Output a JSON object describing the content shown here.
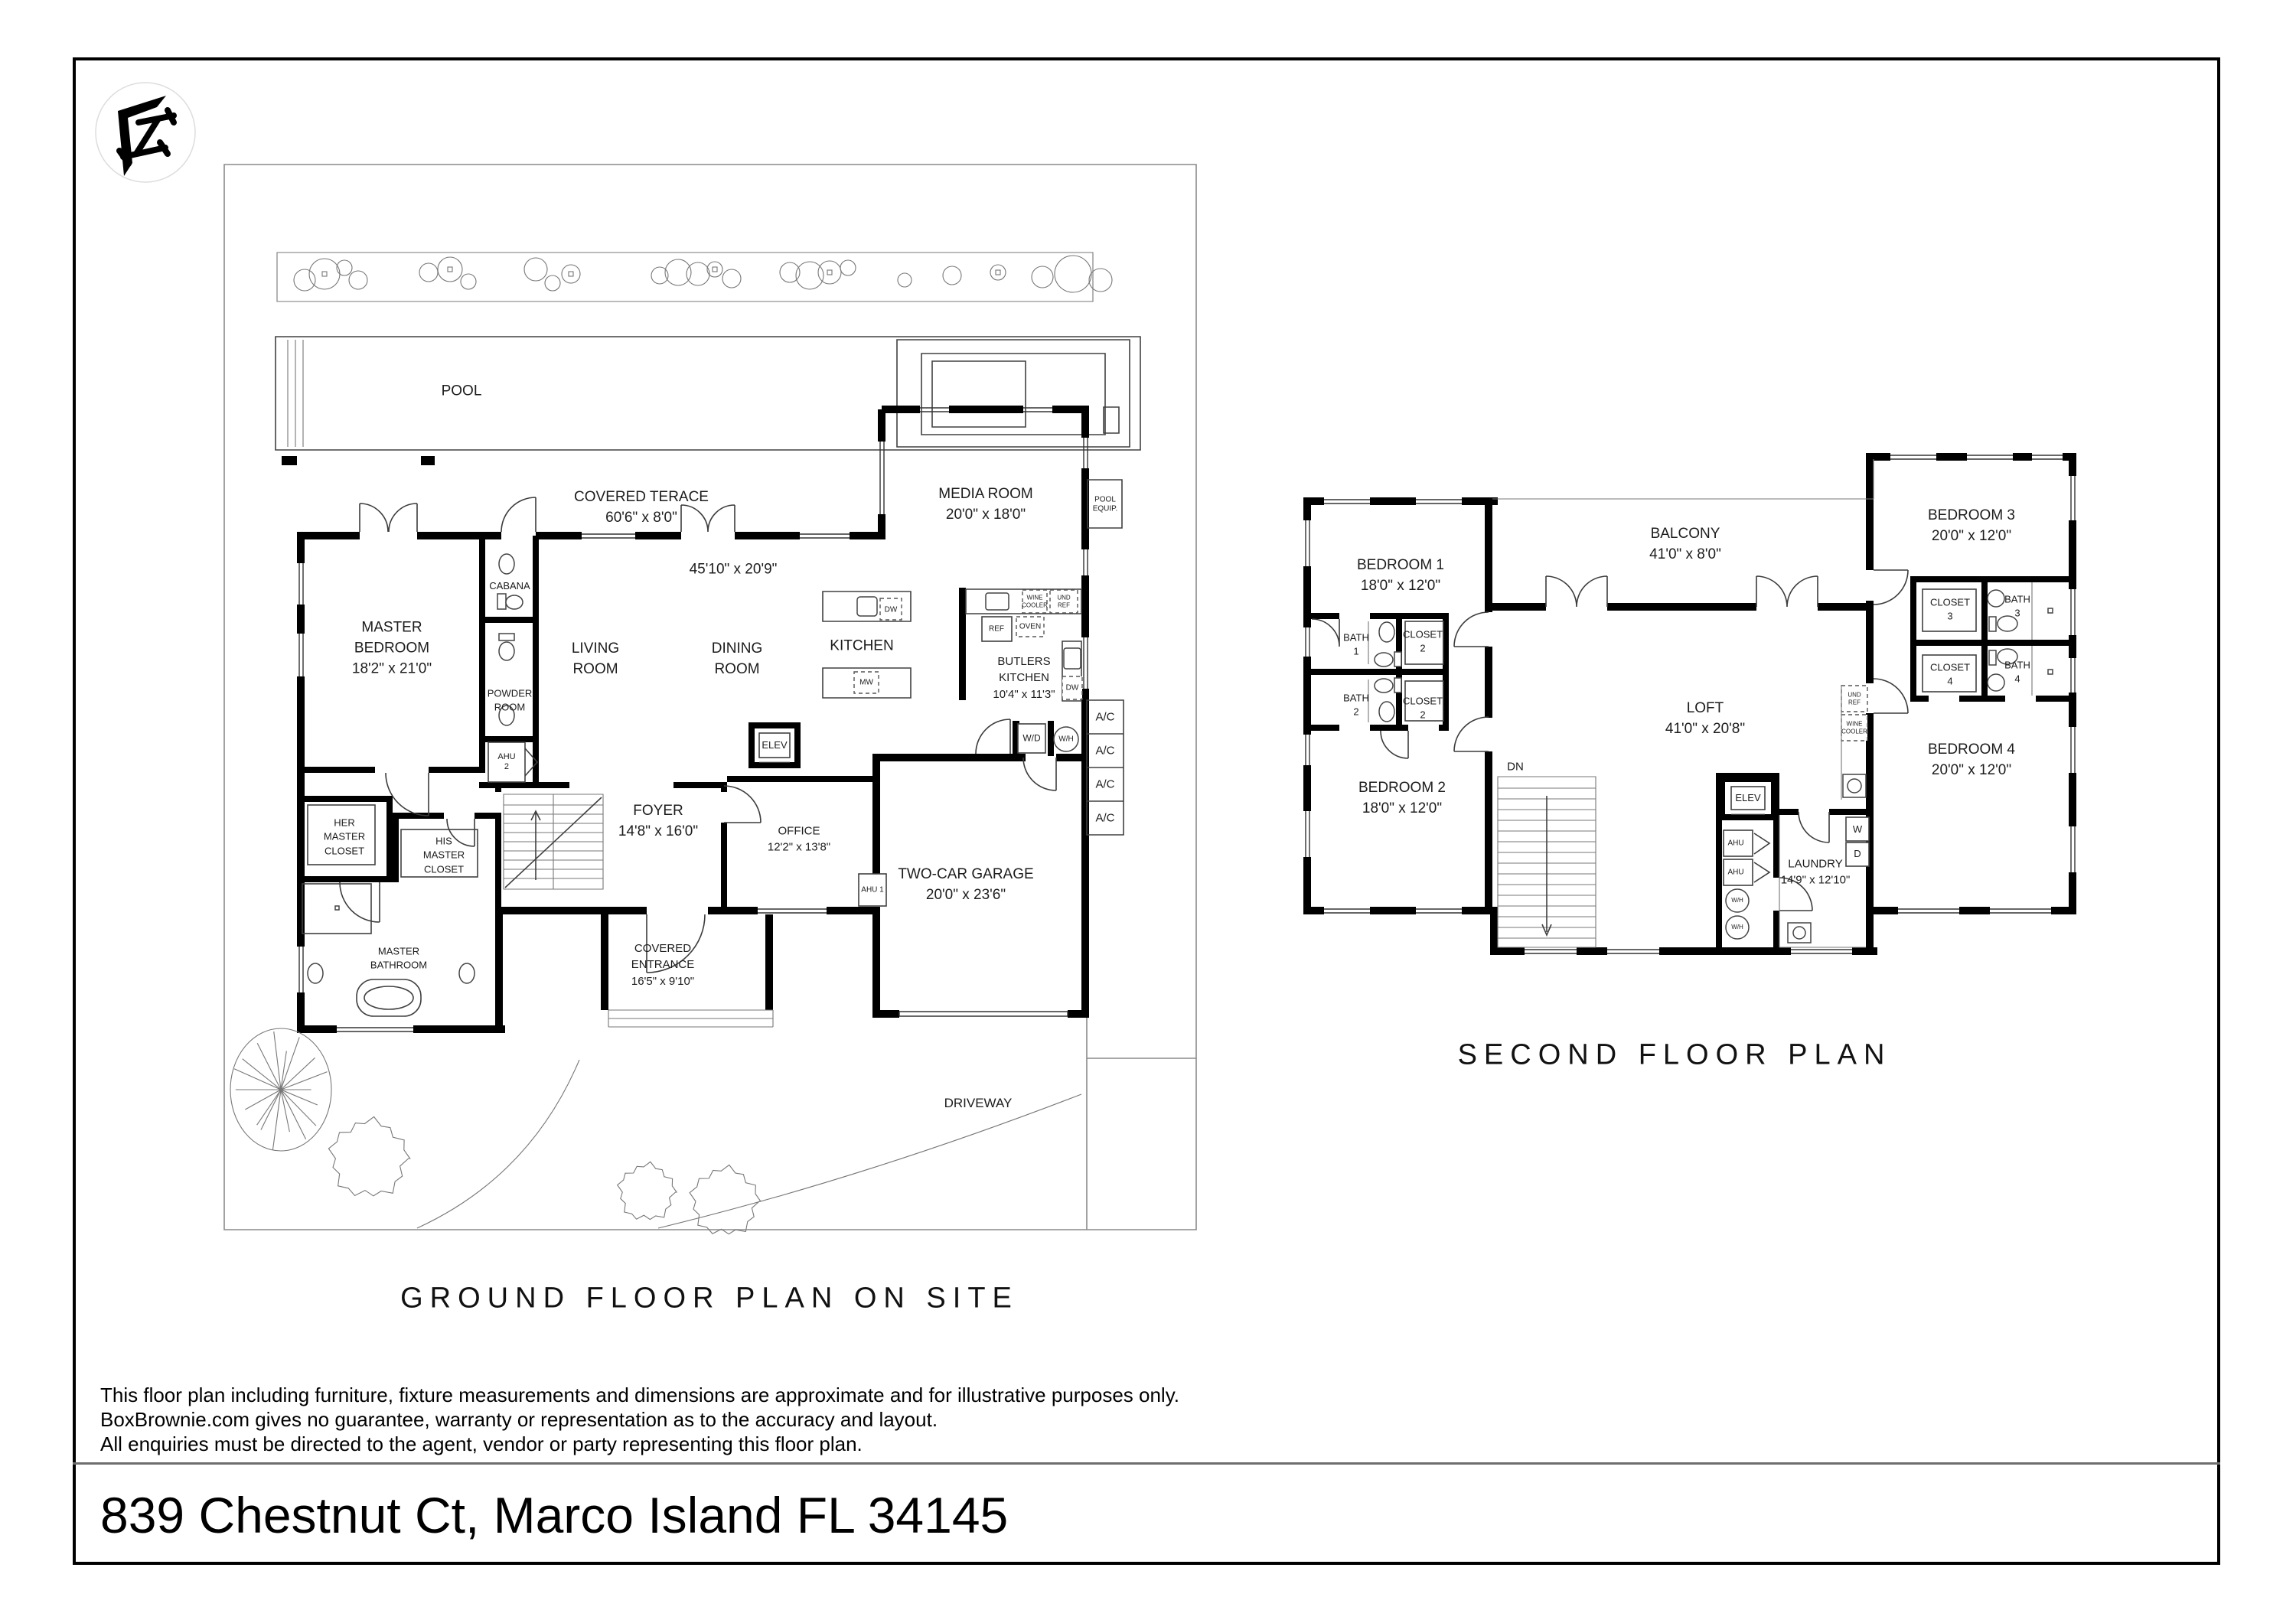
{
  "page": {
    "address": "839 Chestnut Ct, Marco Island FL 34145",
    "wall_color": "#000000",
    "divider_color": "#6e6e6e"
  },
  "icons": {
    "logo": "agency-monogram-logo"
  },
  "disclaimer": {
    "line1": "This floor plan including furniture, fixture measurements and dimensions are approximate and for illustrative purposes only.",
    "line2": "BoxBrownie.com gives no guarantee, warranty or representation as to the accuracy and layout.",
    "line3": "All enquiries must be directed to the agent, vendor or party representing this floor plan."
  },
  "ground_floor": {
    "title": "GROUND FLOOR PLAN ON SITE",
    "rooms": {
      "pool": "POOL",
      "covered_terrace": "COVERED TERACE\n60'6\" x 8'0\"",
      "master_bedroom": "MASTER\nBEDROOM\n18'2\" x 21'0\"",
      "cabana": "CABANA",
      "powder_room": "POWDER\nROOM",
      "ahu2": "AHU\n2",
      "living_room": "LIVING\nROOM",
      "dining_room": "DINING\nROOM",
      "great_room_dims": "45'10\" x 20'9\"",
      "media_room": "MEDIA ROOM\n20'0\" x 18'0\"",
      "pool_equipment": "POOL\nEQUIP.",
      "kitchen": "KITCHEN",
      "butlers_kitchen": "BUTLERS\nKITCHEN\n10'4\" x 11'3\"",
      "her_master_closet": "HER\nMASTER\nCLOSET",
      "his_master_closet": "HIS\nMASTER\nCLOSET",
      "master_bathroom": "MASTER\nBATHROOM",
      "foyer": "FOYER\n14'8\" x 16'0\"",
      "elevator": "ELEV",
      "office": "OFFICE\n12'2\" x 13'8\"",
      "ahu1": "AHU 1",
      "garage": "TWO-CAR GARAGE\n20'0\" x 23'6\"",
      "covered_entrance": "COVERED\nENTRANCE\n16'5\" x 9'10\"",
      "driveway": "DRIVEWAY"
    },
    "equipment": {
      "dw_island": "DW",
      "mw": "MW",
      "wine_cooler": "WINE\nCOOLER",
      "under_ref": "UND\nREF",
      "ref": "REF",
      "oven": "OVEN",
      "dw_butlers": "DW",
      "washer_dryer": "W/D",
      "water_heater": "W/H",
      "ac1": "A/C",
      "ac2": "A/C",
      "ac3": "A/C",
      "ac4": "A/C"
    }
  },
  "second_floor": {
    "title": "SECOND FLOOR PLAN",
    "rooms": {
      "bedroom1": "BEDROOM 1\n18'0\" x 12'0\"",
      "balcony": "BALCONY\n41'0\" x 8'0\"",
      "bath1": "BATH\n1",
      "closet2a": "CLOSET\n2",
      "bath2": "BATH\n2",
      "closet2b": "CLOSET\n2",
      "bedroom2": "BEDROOM 2\n18'0\" x 12'0\"",
      "loft": "LOFT\n41'0\" x 20'8\"",
      "down": "DN",
      "elevator": "ELEV",
      "laundry": "LAUNDRY\n14'9\" x 12'10\"",
      "bedroom3": "BEDROOM 3\n20'0\" x 12'0\"",
      "closet3": "CLOSET\n3",
      "bath3": "BATH\n3",
      "closet4": "CLOSET\n4",
      "bath4": "BATH\n4",
      "bedroom4": "BEDROOM 4\n20'0\" x 12'0\""
    },
    "equipment": {
      "ahu_a": "AHU",
      "ahu_b": "AHU",
      "wh_a": "W/H",
      "wh_b": "W/H",
      "washer": "W",
      "dryer": "D",
      "under_ref": "UND\nREF",
      "wine_cooler": "WINE\nCOOLER"
    }
  }
}
